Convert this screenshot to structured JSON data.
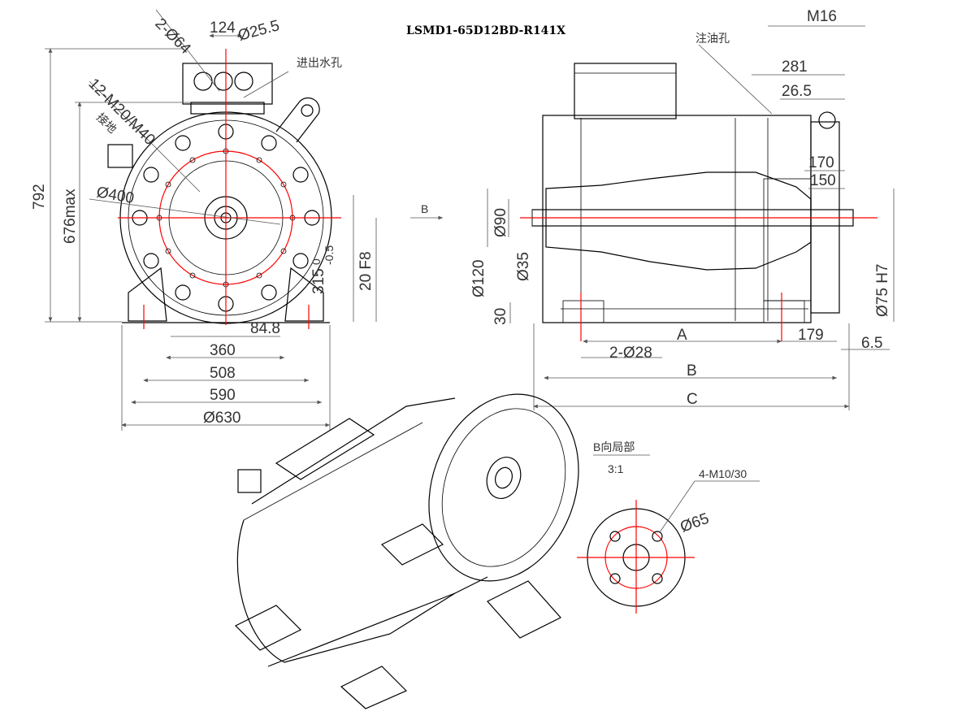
{
  "title": "LSMD1-65D12BD-R141X",
  "front_view": {
    "dims": {
      "d_top_holes": "2-Ø64",
      "w_top": "124",
      "d_small": "Ø25.5",
      "water_ports": "进出水孔",
      "bolt_holes": "12-M20/M40",
      "grounding": "接地",
      "d_pcd": "Ø400",
      "height_total": "792",
      "height_676": "676max",
      "center_h_main": "315",
      "center_h_tol": "0",
      "center_h_tol2": "-0.5",
      "key_w": "20 F8",
      "offset": "84.8",
      "w_360": "360",
      "w_508": "508",
      "w_590": "590",
      "d_630": "Ø630"
    }
  },
  "side_view": {
    "dims": {
      "thread": "M16",
      "oil_hole": "注油孔",
      "l_281": "281",
      "l_26_5": "26.5",
      "l_170": "170",
      "l_150": "150",
      "d_90": "Ø90",
      "d_120": "Ø120",
      "d_35": "Ø35",
      "h_30": "30",
      "d_75": "Ø75 H7",
      "len_a": "A",
      "len_179": "179",
      "len_6_5": "6.5",
      "holes_28": "2-Ø28",
      "len_b": "B",
      "len_c": "C",
      "arrow_b": "B"
    }
  },
  "detail_view": {
    "title": "B向局部",
    "scale": "3:1",
    "holes": "4-M10/30",
    "pcd": "Ø65"
  }
}
